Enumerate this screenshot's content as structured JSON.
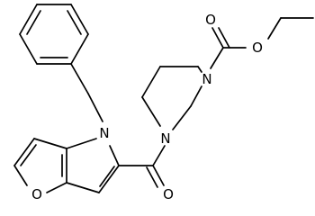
{
  "structure": {
    "atom_labels": {
      "carbonyl_oxygen": "O",
      "ester_oxygen": "O",
      "carbamate_oxygen": "O",
      "ester_n": "N",
      "piperazine_n": "N",
      "pyrrole_n": "N",
      "furan_oxygen": "O"
    }
  }
}
